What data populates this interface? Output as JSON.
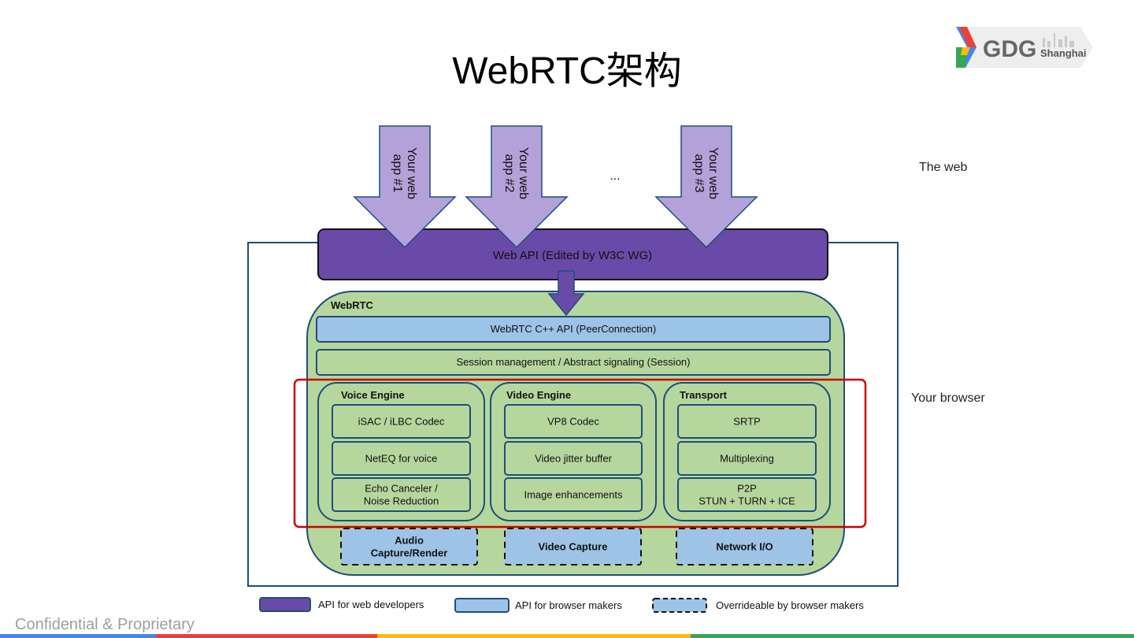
{
  "slide": {
    "title": "WebRTC架构",
    "footer": "Confidential & Proprietary",
    "logo": {
      "mark": "GDG",
      "city": "Shanghai"
    }
  },
  "side_labels": {
    "web": "The web",
    "browser": "Your browser"
  },
  "diagram": {
    "apps": [
      "Your web\napp #1",
      "Your web\napp #2",
      "Your web\napp #3"
    ],
    "ellipsis": "...",
    "web_api": "Web API (Edited by W3C WG)",
    "webrtc_label": "WebRTC",
    "cpp_api": "WebRTC C++ API (PeerConnection)",
    "session": "Session management / Abstract signaling (Session)",
    "engines": [
      {
        "title": "Voice Engine",
        "items": [
          "iSAC / iLBC Codec",
          "NetEQ for voice",
          "Echo Canceler /\nNoise Reduction"
        ]
      },
      {
        "title": "Video Engine",
        "items": [
          "VP8 Codec",
          "Video jitter buffer",
          "Image enhancements"
        ]
      },
      {
        "title": "Transport",
        "items": [
          "SRTP",
          "Multiplexing",
          "P2P\nSTUN + TURN + ICE"
        ]
      }
    ],
    "bottom": [
      "Audio\nCapture/Render",
      "Video Capture",
      "Network I/O"
    ],
    "legend": [
      "API for web developers",
      "API for browser makers",
      "Overrideable by browser makers"
    ]
  },
  "colors": {
    "web_api": "#6a4aa8",
    "arrow": "#b3a2d9",
    "webrtc_bg": "#b5d79e",
    "cpp_api": "#9dc3e6",
    "border": "#1f4e79",
    "highlight": "#cc0000",
    "footer_bar": [
      "#4285f4",
      "#ea4335",
      "#fbbc05",
      "#34a853"
    ]
  }
}
